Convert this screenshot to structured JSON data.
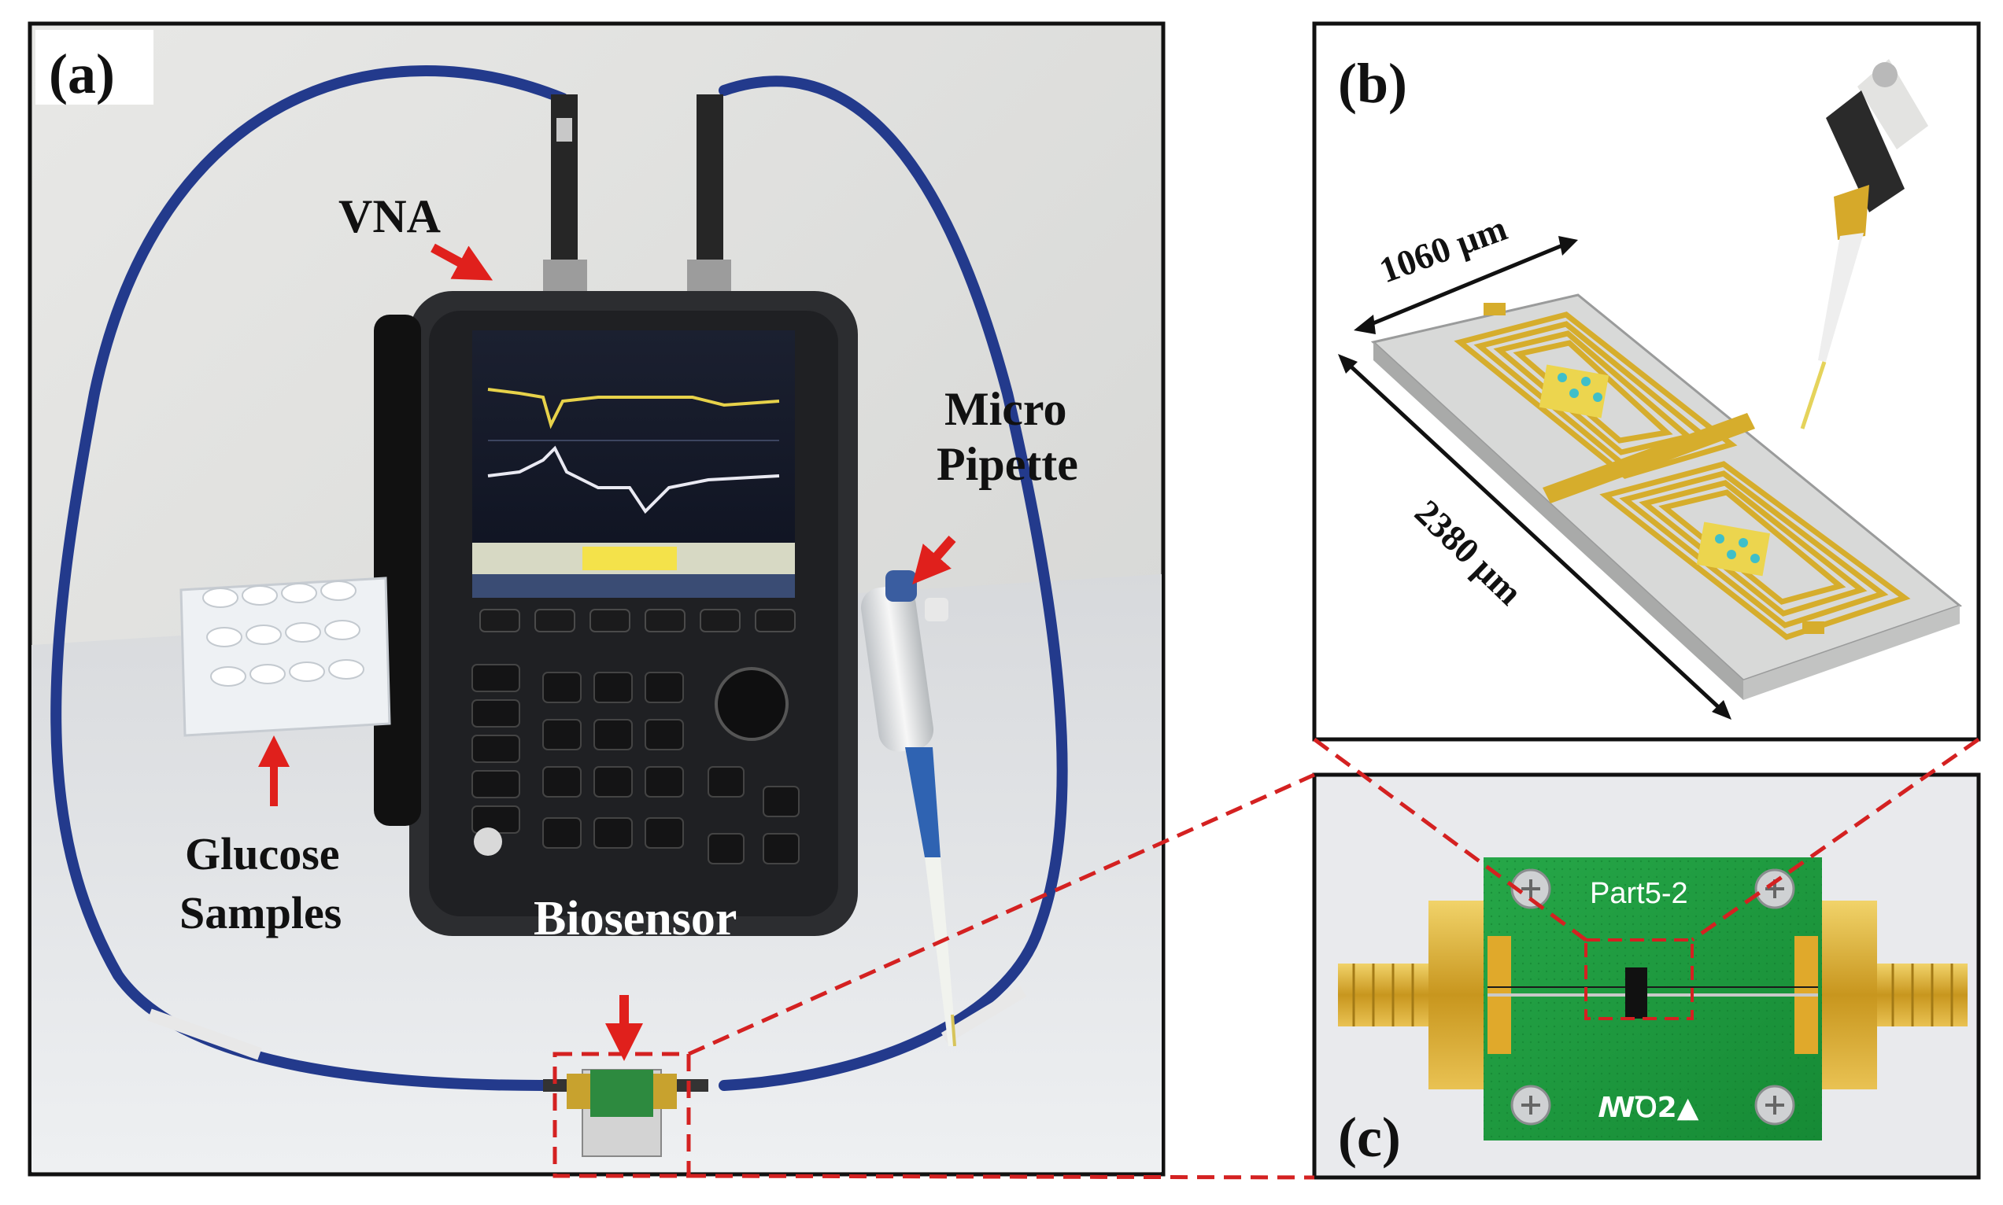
{
  "panels": {
    "a": {
      "label": "(a)"
    },
    "b": {
      "label": "(b)"
    },
    "c": {
      "label": "(c)"
    }
  },
  "annotations": {
    "vna": "VNA",
    "micro": "Micro",
    "pipette": "Pipette",
    "glucose": "Glucose",
    "samples": "Samples",
    "biosensor": "Biosensor"
  },
  "dimensions": {
    "width": "1060 μm",
    "length": "2380 μm"
  },
  "board": {
    "part": "Part5-2",
    "mark": "ꟿꝹ2▲"
  },
  "colors": {
    "arrow": "#e0201c",
    "dashed": "#d42121",
    "cable": "#233a8c",
    "gold": "#d6ad2c",
    "pcb": "#1f9b3e"
  }
}
